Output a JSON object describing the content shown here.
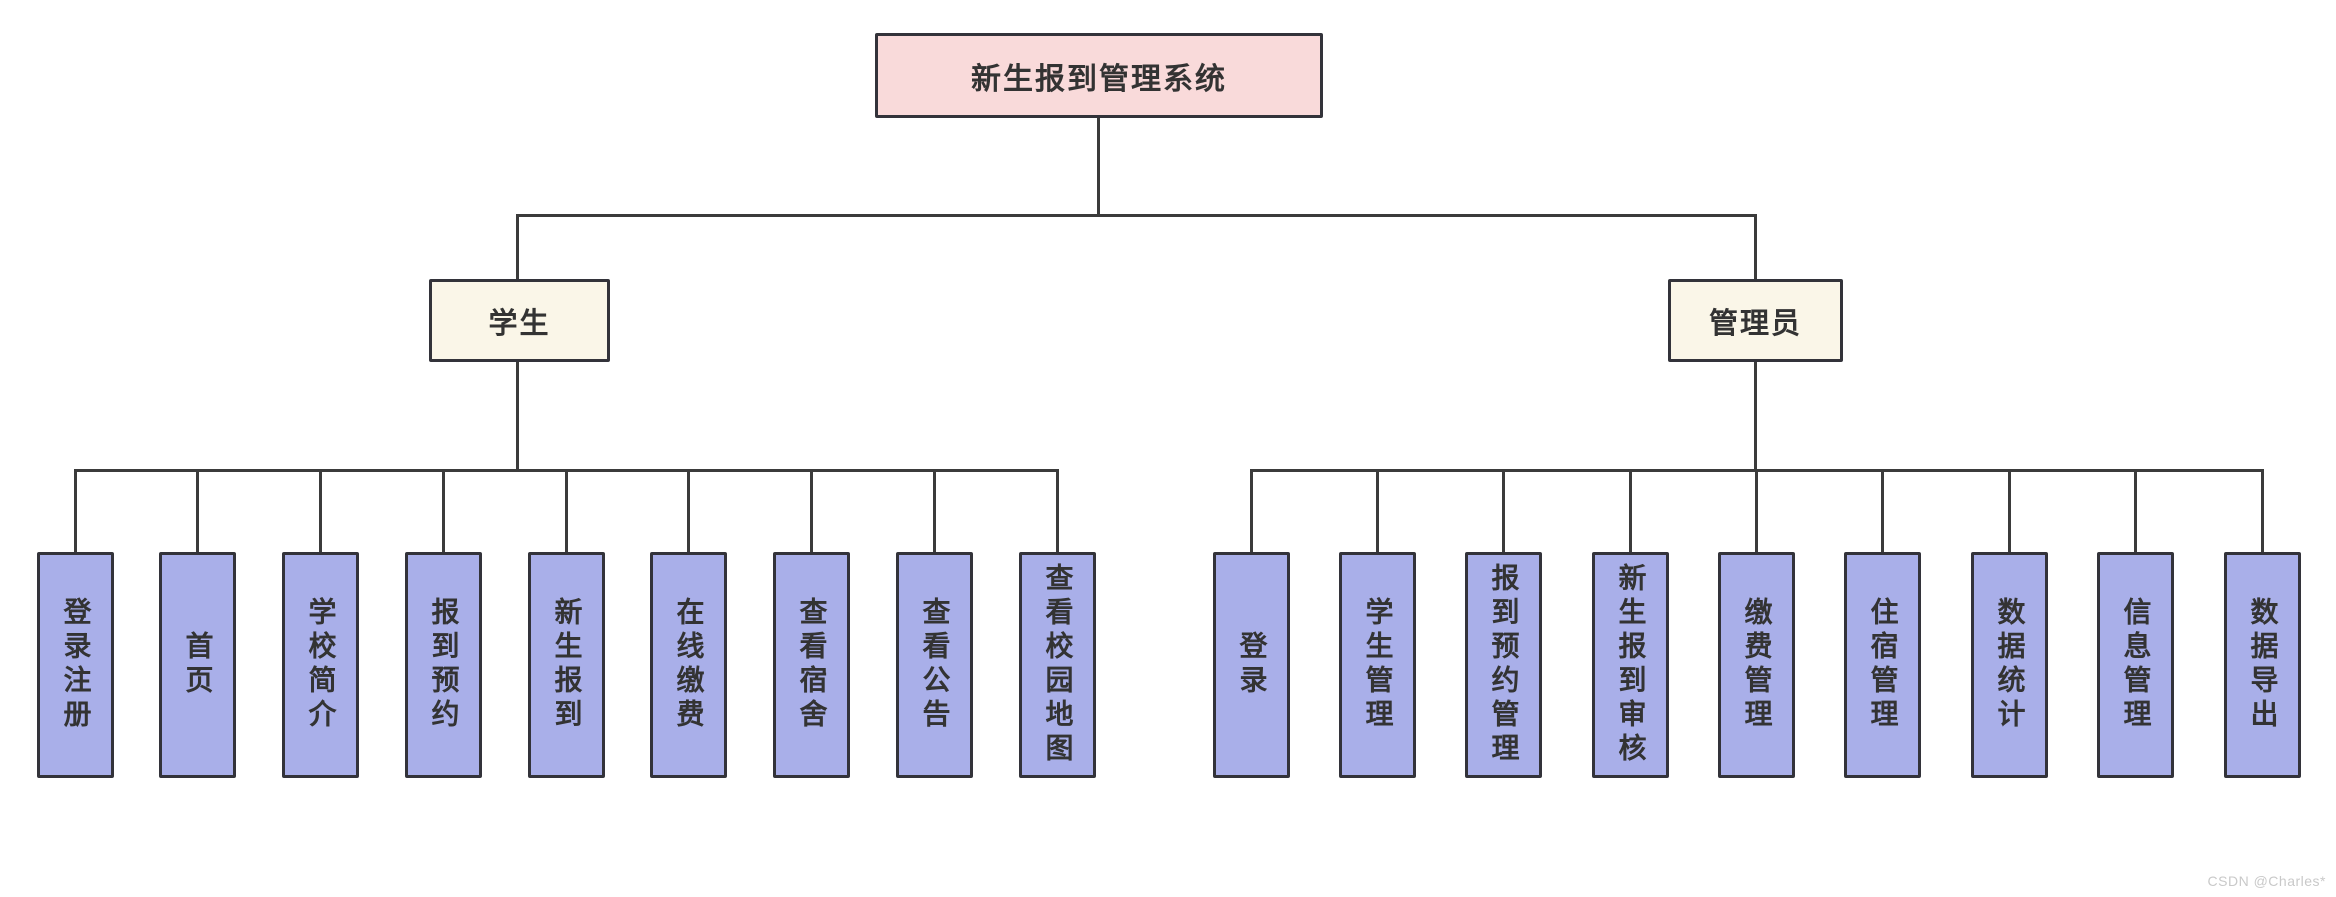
{
  "diagram": {
    "root": "新生报到管理系统",
    "branches": [
      {
        "label": "学生",
        "children": [
          "登录注册",
          "首页",
          "学校简介",
          "报到预约",
          "新生报到",
          "在线缴费",
          "查看宿舍",
          "查看公告",
          "查看校园地图"
        ]
      },
      {
        "label": "管理员",
        "children": [
          "登录",
          "学生管理",
          "报到预约管理",
          "新生报到审核",
          "缴费管理",
          "住宿管理",
          "数据统计",
          "信息管理",
          "数据导出"
        ]
      }
    ]
  },
  "watermark": "CSDN @Charles*",
  "colors": {
    "root_fill": "#f9dada",
    "branch_fill": "#faf6e8",
    "leaf_fill": "#a9afe9",
    "border": "#33333a",
    "line": "#3b3b3b",
    "text": "#333333",
    "watermark": "#c9c9c9"
  }
}
